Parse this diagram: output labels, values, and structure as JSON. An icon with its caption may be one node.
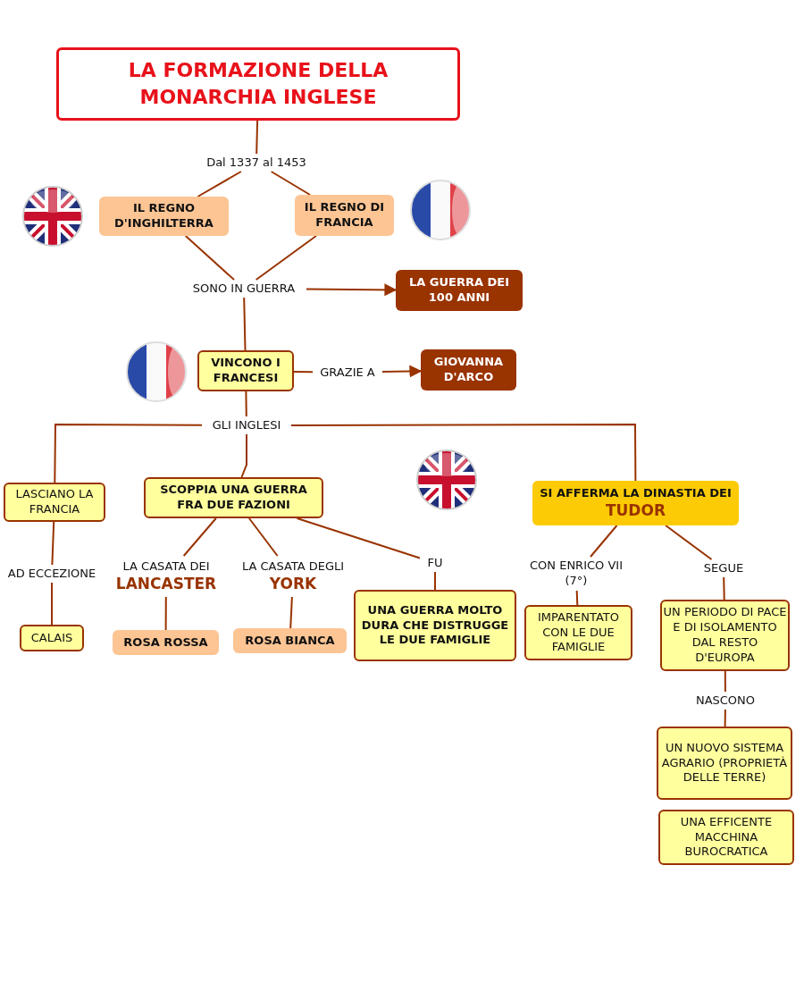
{
  "diagram": {
    "nodes": [
      {
        "text": [
          "LA FORMAZIONE DELLA MONARCHIA INGLESE"
        ]
      },
      {
        "text": [
          "Dal 1337 al 1453"
        ]
      },
      {
        "text": [
          "IL REGNO D'INGHILTERRA"
        ]
      },
      {
        "text": [
          "IL REGNO DI FRANCIA"
        ]
      },
      {
        "text": [
          "SONO IN GUERRA"
        ]
      },
      {
        "text": [
          "LA GUERRA DEI 100 ANNI"
        ]
      },
      {
        "text": [
          "VINCONO I FRANCESI"
        ]
      },
      {
        "text": [
          "GRAZIE A"
        ]
      },
      {
        "text": [
          "GIOVANNA D'ARCO"
        ]
      },
      {
        "text": [
          "GLI INGLESI"
        ]
      },
      {
        "text": [
          "LASCIANO LA FRANCIA"
        ]
      },
      {
        "text": [
          "SCOPPIA UNA GUERRA FRA DUE FAZIONI"
        ]
      },
      {
        "text": [
          "SI AFFERMA LA DINASTIA DEI **TUDOR**"
        ]
      },
      {
        "text": [
          "AD ECCEZIONE"
        ]
      },
      {
        "text": [
          "CALAIS"
        ]
      },
      {
        "text": [
          "LA CASATA DEI",
          "LANCASTER"
        ]
      },
      {
        "text": [
          "ROSA ROSSA"
        ]
      },
      {
        "text": [
          "LA CASATA DEGLI",
          "YORK"
        ]
      },
      {
        "text": [
          "ROSA BIANCA"
        ]
      },
      {
        "text": [
          "FU"
        ]
      },
      {
        "text": [
          "UNA GUERRA MOLTO DURA CHE DISTRUGGE LE DUE FAMIGLIE"
        ]
      },
      {
        "text": [
          "CON ENRICO VII (7°)"
        ]
      },
      {
        "text": [
          "IMPARENTATO CON LE DUE FAMIGLIE"
        ]
      },
      {
        "text": [
          "SEGUE"
        ]
      },
      {
        "text": [
          "UN PERIODO DI PACE E DI ISOLAMENTO DAL RESTO D'EUROPA"
        ]
      },
      {
        "text": [
          "NASCONO"
        ]
      },
      {
        "text": [
          "UN NUOVO SISTEMA AGRARIO (PROPRIETÀ DELLE TERRE)"
        ]
      },
      {
        "text": [
          "UNA EFFICENTE MACCHINA BUROCRATICA"
        ]
      }
    ],
    "edges": [
      {
        "from": 0,
        "to": 1,
        "arrow": "none"
      },
      {
        "from": 1,
        "to": 2,
        "arrow": "none"
      },
      {
        "from": 1,
        "to": 3,
        "arrow": "none"
      },
      {
        "from": 2,
        "to": 4,
        "arrow": "none"
      },
      {
        "from": 3,
        "to": 4,
        "arrow": "none"
      },
      {
        "from": 4,
        "to": 5,
        "arrow": "to"
      },
      {
        "from": 4,
        "to": 6,
        "arrow": "none"
      },
      {
        "from": 6,
        "to": 7,
        "arrow": "none"
      },
      {
        "from": 7,
        "to": 8,
        "arrow": "to"
      },
      {
        "from": 6,
        "to": 9,
        "arrow": "none"
      },
      {
        "from": 9,
        "to": 10,
        "arrow": "none"
      },
      {
        "from": 9,
        "to": 11,
        "arrow": "none"
      },
      {
        "from": 9,
        "to": 12,
        "arrow": "none"
      },
      {
        "from": 10,
        "to": 13,
        "arrow": "none"
      },
      {
        "from": 13,
        "to": 14,
        "arrow": "none"
      },
      {
        "from": 11,
        "to": 15,
        "arrow": "none"
      },
      {
        "from": 11,
        "to": 17,
        "arrow": "none"
      },
      {
        "from": 11,
        "to": 19,
        "arrow": "none"
      },
      {
        "from": 15,
        "to": 16,
        "arrow": "none"
      },
      {
        "from": 17,
        "to": 18,
        "arrow": "none"
      },
      {
        "from": 19,
        "to": 20,
        "arrow": "none"
      },
      {
        "from": 12,
        "to": 21,
        "arrow": "none"
      },
      {
        "from": 21,
        "to": 22,
        "arrow": "none"
      },
      {
        "from": 12,
        "to": 23,
        "arrow": "none"
      },
      {
        "from": 23,
        "to": 24,
        "arrow": "none"
      },
      {
        "from": 24,
        "to": 25,
        "arrow": "none"
      },
      {
        "from": 25,
        "to": 26,
        "arrow": "none"
      }
    ]
  }
}
